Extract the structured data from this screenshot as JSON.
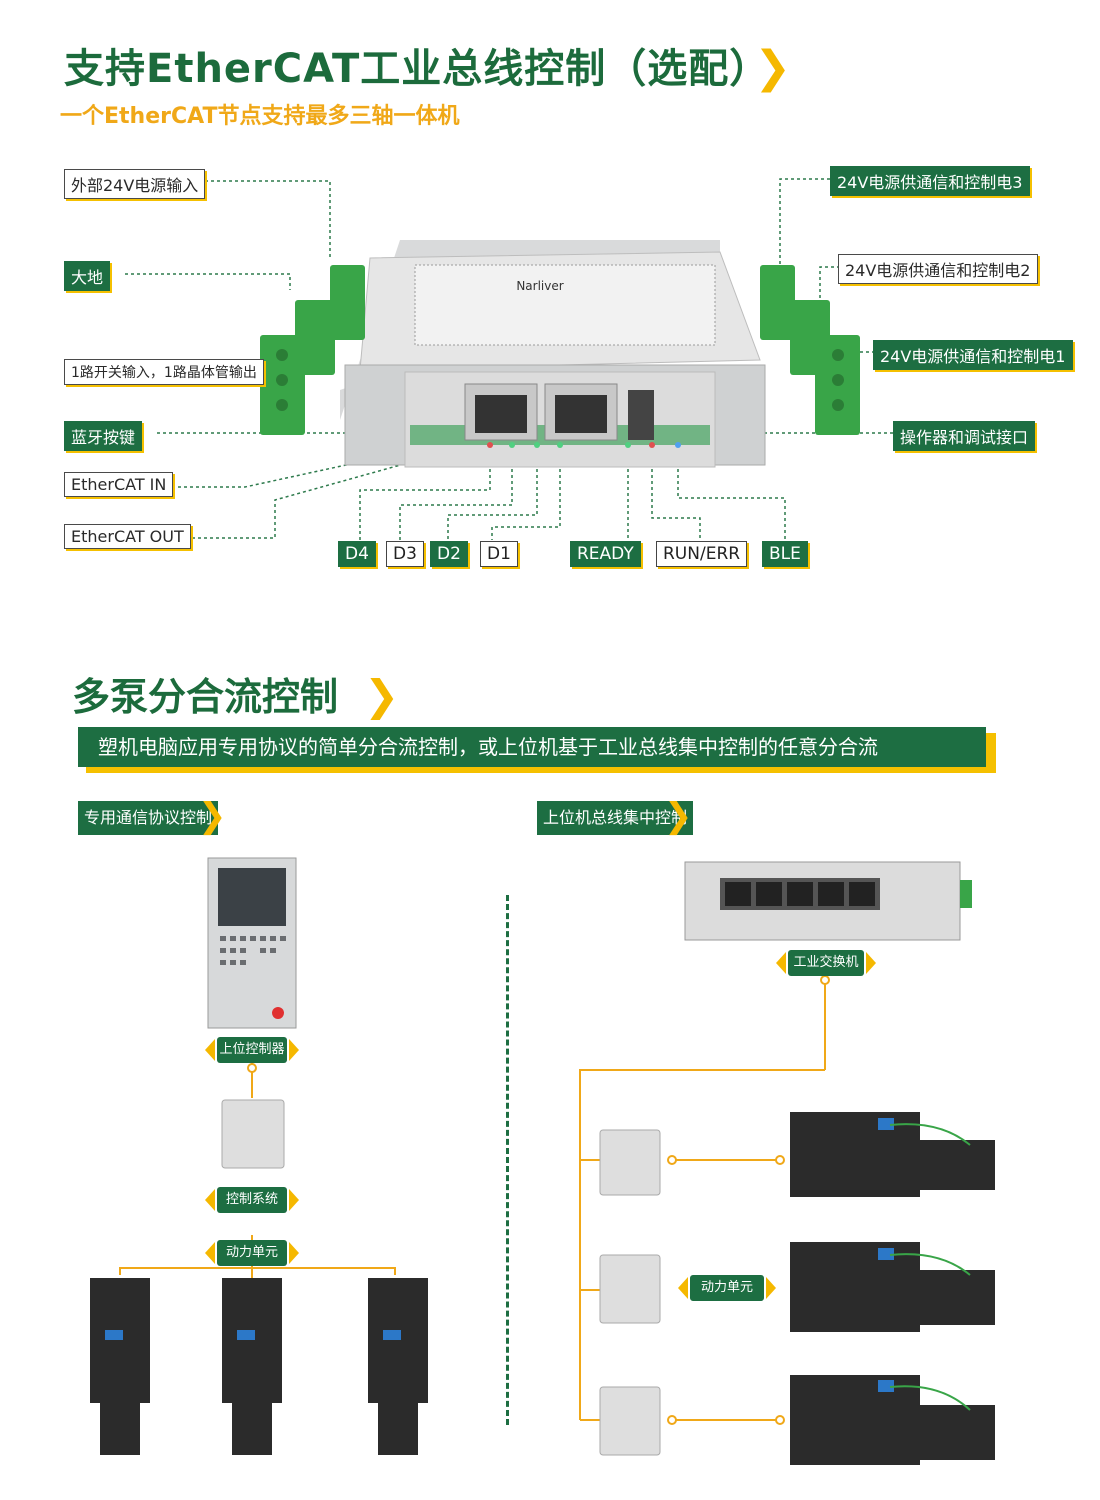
{
  "section1": {
    "title": "支持EtherCAT工业总线控制（选配）",
    "subtitle": "一个EtherCAT节点支持最多三轴一体机",
    "callouts_left": [
      "外部24V电源输入",
      "大地",
      "1路开关输入，1路晶体管输出",
      "蓝牙按键",
      "EtherCAT IN",
      "EtherCAT OUT"
    ],
    "callouts_right": [
      "24V电源供通信和控制电3",
      "24V电源供通信和控制电2",
      "24V电源供通信和控制电1",
      "操作器和调试接口"
    ],
    "led_labels": [
      "D4",
      "D3",
      "D2",
      "D1",
      "READY",
      "RUN/ERR",
      "BLE"
    ],
    "device_brand": "Narliver"
  },
  "section2": {
    "title": "多泵分合流控制",
    "banner": "塑机电脑应用专用协议的简单分合流控制，或上位机基于工业总线集中控制的任意分合流",
    "left_head": "专用通信协议控制",
    "right_head": "上位机总线集中控制",
    "left_labels": {
      "controller": "上位控制器",
      "system": "控制系统",
      "power": "动力单元"
    },
    "right_labels": {
      "switch": "工业交换机",
      "power": "动力单元"
    }
  },
  "colors": {
    "brand_green": "#1d6e42",
    "accent_yellow": "#f5b800",
    "line_orange": "#f0a818"
  }
}
